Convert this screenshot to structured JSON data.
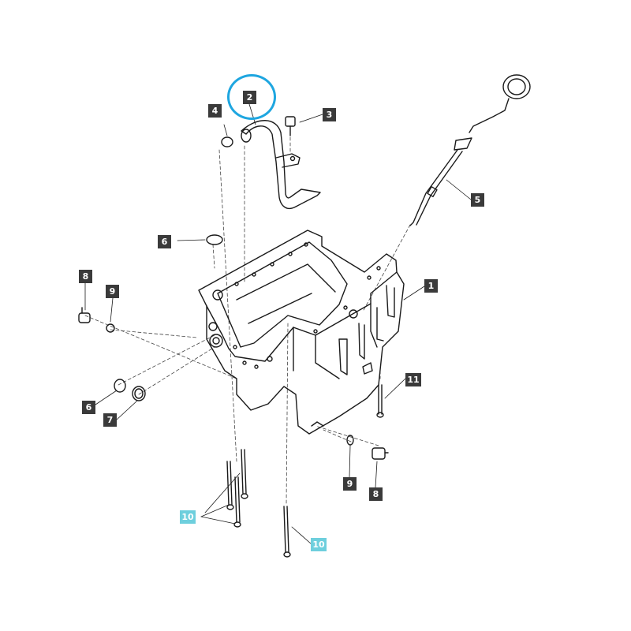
{
  "diagram": {
    "callouts": [
      {
        "id": "c2",
        "label": "2"
      },
      {
        "id": "c3",
        "label": "3"
      },
      {
        "id": "c4",
        "label": "4"
      },
      {
        "id": "c5",
        "label": "5"
      },
      {
        "id": "c1",
        "label": "1"
      },
      {
        "id": "c6a",
        "label": "6"
      },
      {
        "id": "c8a",
        "label": "8"
      },
      {
        "id": "c9a",
        "label": "9"
      },
      {
        "id": "c6b",
        "label": "6"
      },
      {
        "id": "c7",
        "label": "7"
      },
      {
        "id": "c11",
        "label": "11"
      },
      {
        "id": "c9b",
        "label": "9"
      },
      {
        "id": "c8b",
        "label": "8"
      },
      {
        "id": "c10a",
        "label": "10"
      },
      {
        "id": "c10b",
        "label": "10"
      }
    ],
    "highlighted_part": "2",
    "colors": {
      "callout_dark": "#3a3a3a",
      "callout_highlight": "#6ecfdd",
      "highlight_ring": "#1ea6e0",
      "line": "#1a1a1a"
    }
  }
}
